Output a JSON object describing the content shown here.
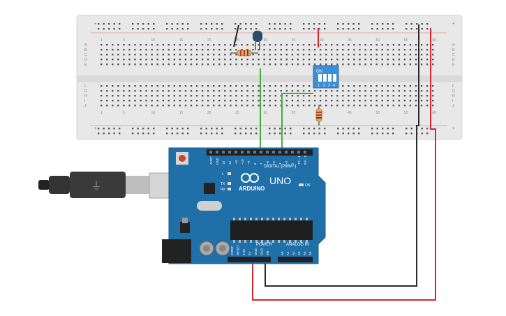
{
  "breadboard": {
    "top_col_labels": [
      "1",
      "5",
      "10",
      "15",
      "20",
      "25",
      "30",
      "35",
      "40",
      "45",
      "50",
      "55",
      "60"
    ],
    "bottom_col_labels": [
      "1",
      "5",
      "10",
      "15",
      "20",
      "25",
      "30",
      "35",
      "40",
      "45",
      "50",
      "55",
      "60"
    ],
    "left_row_labels": [
      "A",
      "B",
      "C",
      "D",
      "E",
      "F",
      "G",
      "H",
      "I",
      "J"
    ],
    "right_row_labels": [
      "A",
      "B",
      "C",
      "D",
      "E",
      "F",
      "G",
      "H",
      "I",
      "J"
    ],
    "rail_plus": "+",
    "rail_minus": "-"
  },
  "dip_switch": {
    "on_label": "ON",
    "numbers": [
      "1",
      "2",
      "3",
      "4"
    ]
  },
  "arduino": {
    "brand": "ARDUINO",
    "model": "UNO",
    "digital_label": "DIGITAL (PWM~)",
    "power_label": "POWER",
    "analog_label": "ANALOG IN",
    "on_label": "ON",
    "tx_label": "TX",
    "rx_label": "RX",
    "l_label": "L",
    "digital_pins": [
      "AREF",
      "GND",
      "13",
      "12",
      "~11",
      "~10",
      "~9",
      "8",
      "7",
      "~6",
      "~5",
      "4",
      "~3",
      "2",
      "TX→1",
      "RX←0"
    ],
    "power_pins": [
      "IOREF",
      "RESET",
      "3.3V",
      "5V",
      "GND",
      "GND",
      "Vin"
    ],
    "analog_pins": [
      "A0",
      "A1",
      "A2",
      "A3",
      "A4",
      "A5"
    ]
  },
  "colors": {
    "board": "#1f6fa8",
    "breadboard": "#e6e6e6",
    "wire_green": "#3fae3f",
    "wire_red": "#d9262c",
    "wire_black": "#2b2b2b",
    "dip_body": "#3a8fd6",
    "led": "#2b4d6b"
  }
}
